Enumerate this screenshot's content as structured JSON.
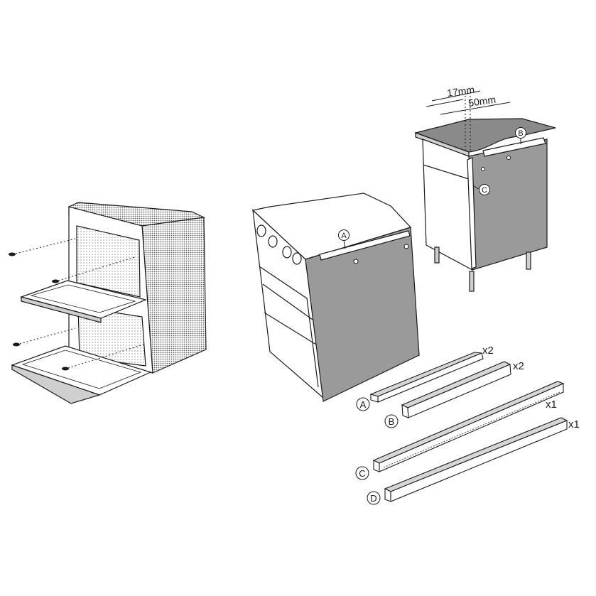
{
  "dimensions": {
    "gap_top": "17mm",
    "gap_side": "50mm"
  },
  "callouts": {
    "on_oven": "A",
    "on_cabinet_top": "B",
    "on_cabinet_side": "C"
  },
  "parts": [
    {
      "letter": "A",
      "quantity": "x2"
    },
    {
      "letter": "B",
      "quantity": "x2"
    },
    {
      "letter": "C",
      "quantity": "x1"
    },
    {
      "letter": "D",
      "quantity": "x1"
    }
  ],
  "colors": {
    "line": "#1a1a1a",
    "panel_grey": "#9a9a9a",
    "light_grey": "#d6d6d6",
    "dot_texture": "#6f6f6f"
  }
}
